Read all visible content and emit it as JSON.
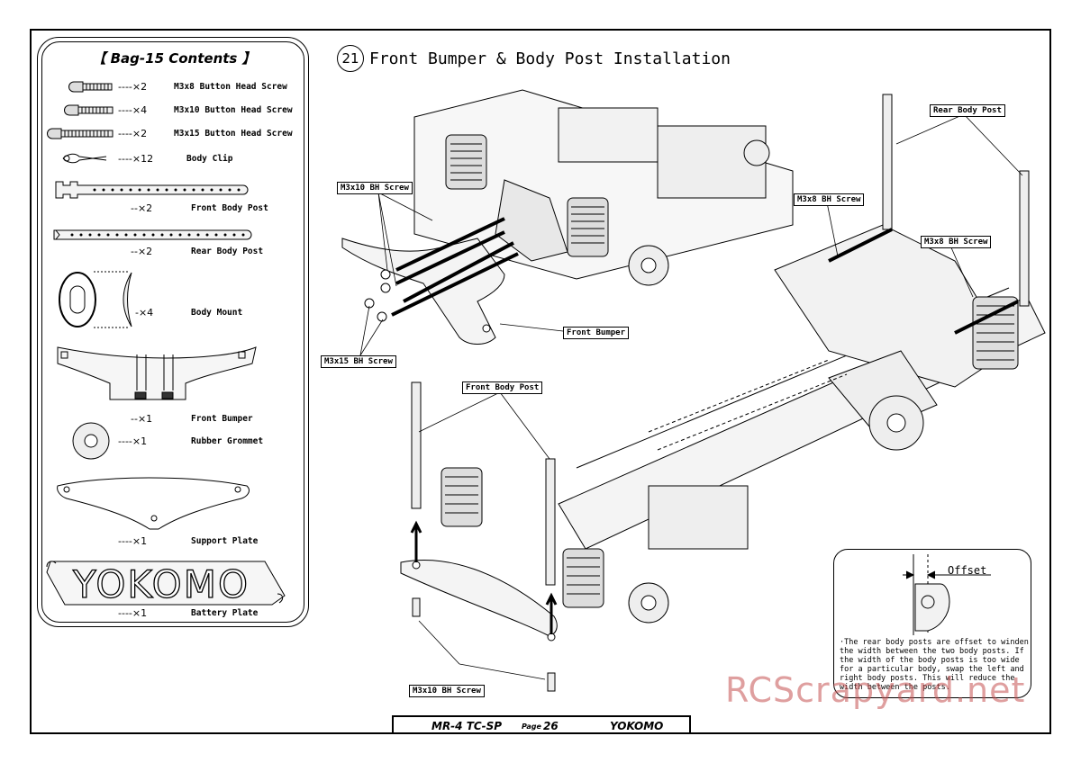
{
  "bag": {
    "title": "【 Bag-15 Contents 】",
    "items": [
      {
        "qty": "----×2",
        "name": "M3x8 Button Head Screw"
      },
      {
        "qty": "----×4",
        "name": "M3x10 Button Head Screw"
      },
      {
        "qty": "----×2",
        "name": "M3x15 Button Head Screw"
      },
      {
        "qty": "----×12",
        "name": "Body Clip"
      },
      {
        "qty": "--×2",
        "name": "Front Body Post"
      },
      {
        "qty": "--×2",
        "name": "Rear Body Post"
      },
      {
        "qty": "-×4",
        "name": "Body Mount"
      },
      {
        "qty": "--×1",
        "name": "Front Bumper"
      },
      {
        "qty": "----×1",
        "name": "Rubber Grommet"
      },
      {
        "qty": "----×1",
        "name": "Support Plate"
      },
      {
        "qty": "----×1",
        "name": "Battery Plate"
      }
    ],
    "battery_plate_logo": "YOKOMO"
  },
  "step": {
    "number": "21",
    "title": "Front Bumper & Body Post Installation"
  },
  "callouts": {
    "m3x10_top": "M3x10 BH Screw",
    "m3x15": "M3x15 BH Screw",
    "front_bumper": "Front Bumper",
    "m3x8_a": "M3x8 BH Screw",
    "m3x8_b": "M3x8 BH Screw",
    "rear_body_post": "Rear Body Post",
    "front_body_post": "Front Body Post",
    "m3x10_bottom": "M3x10 BH Screw"
  },
  "inset": {
    "offset_label": "Offset",
    "note": "·The rear body posts are offset to winden the width between the two body posts. If the width of the body posts is too wide for a particular body, swap the left and right body posts. This will reduce the width between the posts."
  },
  "footer": {
    "model": "MR-4 TC-SP",
    "page_label": "Page",
    "page_number": "26",
    "brand": "YOKOMO"
  },
  "watermark": "RCScrapyard.net"
}
